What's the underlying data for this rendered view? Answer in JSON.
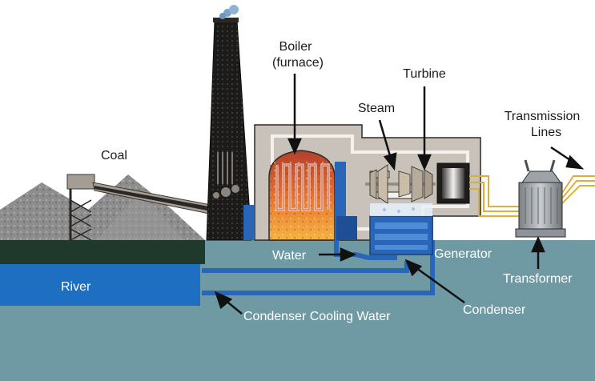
{
  "labels": {
    "coal": "Coal",
    "boiler_line1": "Boiler",
    "boiler_line2": "(furnace)",
    "turbine": "Turbine",
    "steam": "Steam",
    "transmission_line1": "Transmission",
    "transmission_line2": "Lines",
    "water": "Water",
    "generator": "Generator",
    "transformer": "Transformer",
    "river": "River",
    "condenser": "Condenser",
    "condenser_cooling_water": "Condenser Cooling Water"
  },
  "colors": {
    "ground": "#6f9aa3",
    "river": "#1e6fc2",
    "grass": "#1f3a2c",
    "building": "#c8c2ba",
    "building_outline": "#2e2a26",
    "chimney": "#1d1b19",
    "fire": "#e2572b",
    "pipe": "#2a66b8",
    "wires": "#d9b13a",
    "coal_pile": "#8a8a8a"
  },
  "icons": [
    "smoke-icon",
    "coal-pile-icon",
    "conveyor-icon",
    "chimney-icon",
    "furnace-icon",
    "turbine-icon",
    "generator-icon",
    "transformer-icon",
    "condenser-icon"
  ]
}
